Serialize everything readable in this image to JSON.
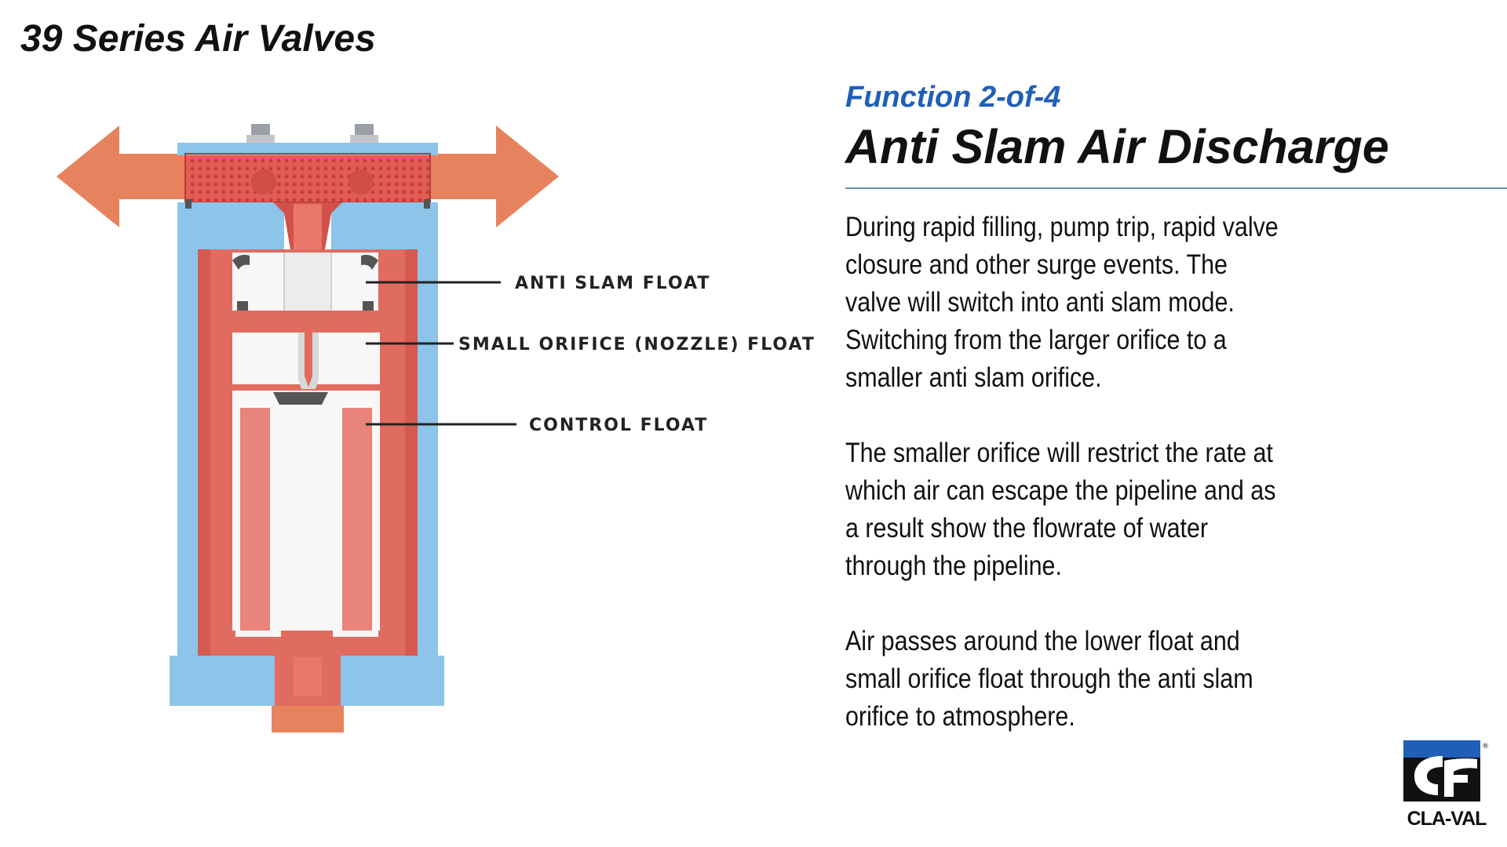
{
  "page": {
    "title": "39 Series Air Valves"
  },
  "diagram": {
    "callouts": {
      "anti_slam": "ANTI SLAM FLOAT",
      "small_orifice": "SMALL ORIFICE (NOZZLE) FLOAT",
      "control": "CONTROL FLOAT"
    },
    "colors": {
      "body": "#8cc4ea",
      "air": "#e06c60",
      "arrow": "#e7825e",
      "float": "#f7f7f7"
    }
  },
  "panel": {
    "function_label": "Function 2-of-4",
    "heading": "Anti Slam Air Discharge",
    "paragraphs": [
      "During rapid filling, pump trip, rapid valve closure and other surge events. The valve will switch into anti slam mode. Switching from the larger orifice to a smaller anti slam orifice.",
      "The smaller orifice will restrict the rate at which air can escape the pipeline and as a result show the flowrate of water through the pipeline.",
      "Air passes around the lower float and small orifice float through the anti slam orifice to atmosphere."
    ],
    "accent_color": "#1f5fb8"
  },
  "logo": {
    "text": "CLA-VAL",
    "icon": "cla-val-logo-icon",
    "mark": "®"
  }
}
